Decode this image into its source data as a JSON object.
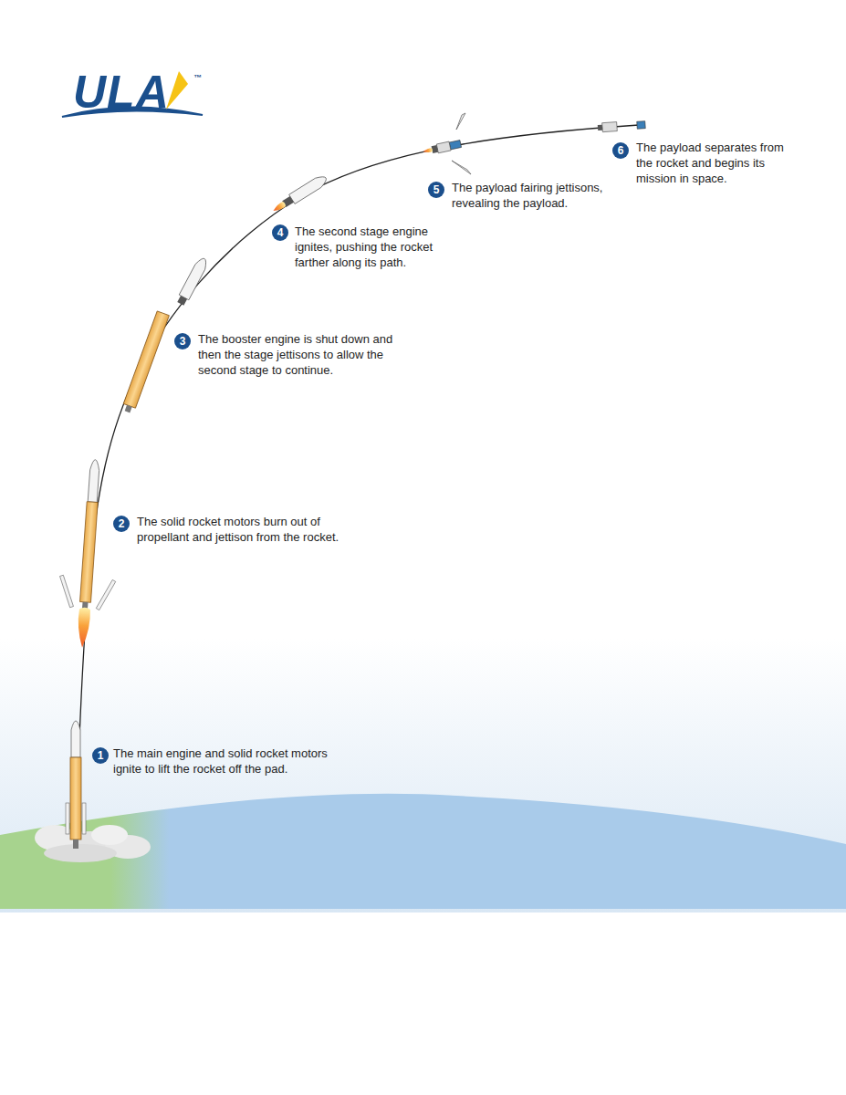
{
  "diagram": {
    "labels": [
      "ULA",
      "™",
      "6",
      "The payload separates from the rocket and begins its mission in space.",
      "5",
      "The payload fairing jettisons, revealing the payload.",
      "4",
      "The second stage engine ignites, pushing the rocket farther along its path.",
      "3",
      "The booster engine is shut down and then the stage jettisons to allow the second stage to continue.",
      "2",
      "The solid rocket motors burn out of propellant and jettison from the rocket.",
      "1",
      "The main engine and solid rocket motors ignite to lift the rocket off the pad."
    ]
  }
}
